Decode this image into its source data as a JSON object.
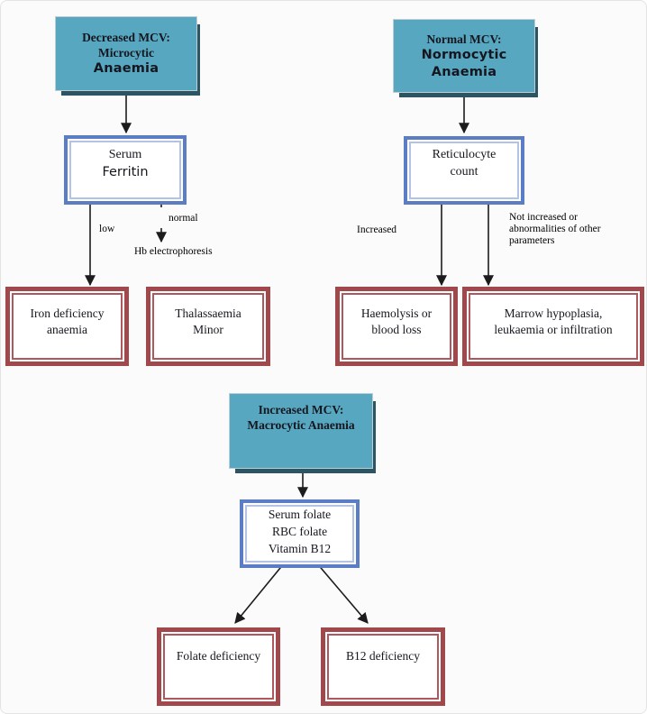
{
  "colors": {
    "teal_fill": "#57a7c1",
    "teal_shadow": "#2c5564",
    "blue_border": "#5b7dc3",
    "blue_border_inner": "#b3c3e6",
    "red_border": "#a1484d",
    "red_border_inner": "#ae585d",
    "text_dark": "#16161f",
    "line_color": "#1c1c1c",
    "page_bg": "#fbfbfb"
  },
  "microcytic": {
    "header": {
      "line1": "Decreased MCV:",
      "line2": "Microcytic",
      "line3": "Anaemia"
    },
    "test": {
      "line1": "Serum",
      "line2": "Ferritin"
    },
    "branch_low_label": "low",
    "branch_normal_label": "normal",
    "normal_followup": "Hb electrophoresis",
    "outcome_low": {
      "line1": "Iron deficiency",
      "line2": "anaemia"
    },
    "outcome_normal": {
      "line1": "Thalassaemia",
      "line2": "Minor"
    }
  },
  "normocytic": {
    "header": {
      "line1": "Normal MCV:",
      "line2": "Normocytic",
      "line3": "Anaemia"
    },
    "test": {
      "line1": "Reticulocyte",
      "line2": "count"
    },
    "branch_increased_label": "Increased",
    "branch_not_increased": {
      "line1": "Not increased or",
      "line2": "abnormalities of other",
      "line3": "parameters"
    },
    "outcome_increased": {
      "line1": "Haemolysis or",
      "line2": "blood loss"
    },
    "outcome_not_increased": {
      "line1": "Marrow hypoplasia,",
      "line2": "leukaemia or infiltration"
    }
  },
  "macrocytic": {
    "header": {
      "line1": "Increased MCV:",
      "line2": "Macrocytic Anaemia"
    },
    "test": {
      "line1": "Serum folate",
      "line2": "RBC folate",
      "line3": "Vitamin B12"
    },
    "outcome_folate": "Folate deficiency",
    "outcome_b12": "B12 deficiency"
  }
}
